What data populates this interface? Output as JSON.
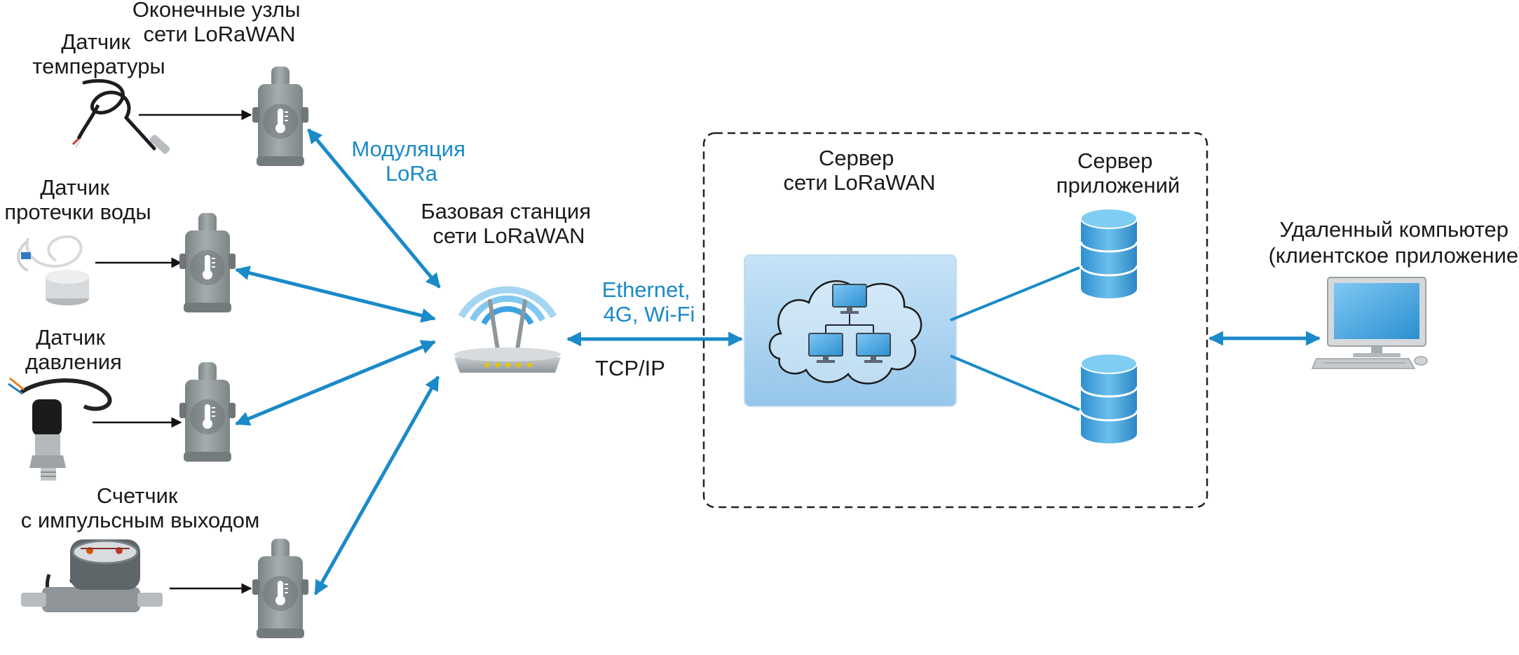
{
  "labels": {
    "end_nodes": [
      "Оконечные узлы",
      "сети LoRaWAN"
    ],
    "temp_sensor": [
      "Датчик",
      "температуры"
    ],
    "water_leak_sensor": [
      "Датчик",
      "протечки воды"
    ],
    "pressure_sensor": [
      "Датчик",
      "давления"
    ],
    "pulse_meter": [
      "Счетчик",
      "с импульсным выходом"
    ],
    "lora_modulation": [
      "Модуляция",
      "LoRa"
    ],
    "base_station": [
      "Базовая станция",
      "сети LoRaWAN"
    ],
    "backhaul": [
      "Ethernet,",
      "4G, Wi-Fi"
    ],
    "protocol": "TCP/IP",
    "network_server": [
      "Сервер",
      "сети LoRaWAN"
    ],
    "app_server": [
      "Сервер",
      "приложений"
    ],
    "remote_pc": [
      "Удаленный компьютер",
      "(клиентское приложение)"
    ]
  },
  "colors": {
    "accent_blue": "#1a8ac8",
    "label_text": "#1a1a1a",
    "device_gray": "#8d9597",
    "db_blue": "#3da3dd",
    "cloud_panel": "#a9d3f0"
  },
  "icons": {
    "end_node": "lorawan-node-icon",
    "gateway": "router-icon",
    "network_server": "cloud-network-icon",
    "database": "database-icon",
    "computer": "desktop-computer-icon"
  }
}
